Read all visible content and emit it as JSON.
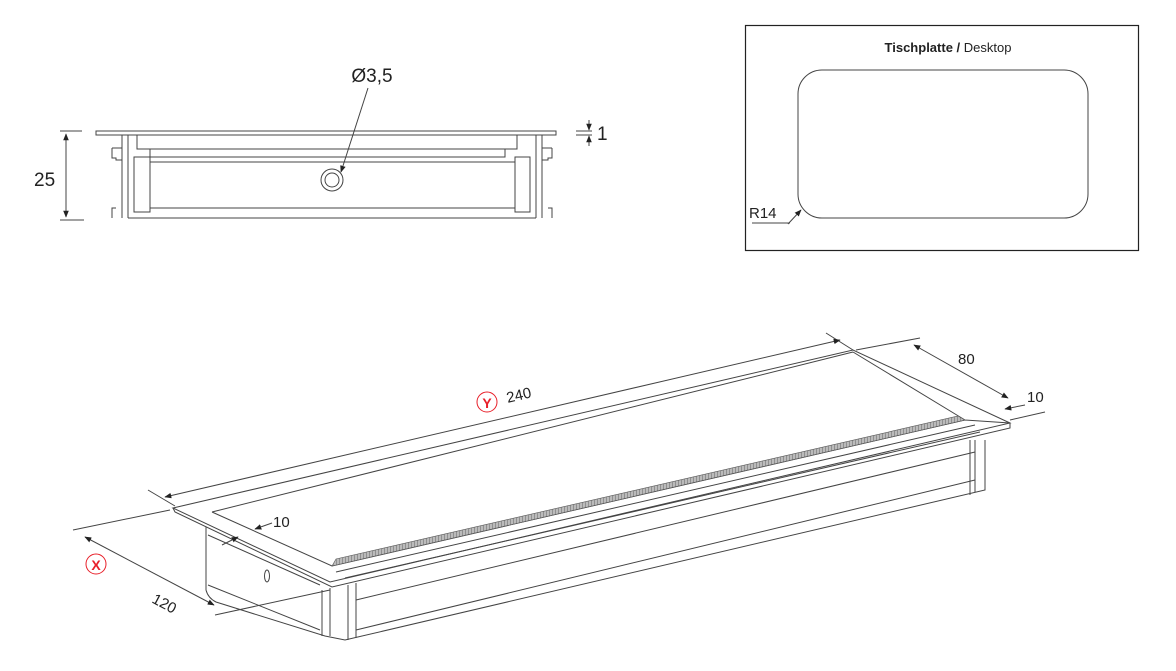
{
  "front_view": {
    "hole_label": "Ø3,5",
    "height_label": "25",
    "plate_label": "1"
  },
  "desktop_box": {
    "title_bold": "Tischplatte /",
    "title_normal": " Desktop",
    "radius_label": "R14"
  },
  "iso_view": {
    "length_label": "240",
    "width_label": "120",
    "inner_label": "80",
    "rim_left_label": "10",
    "rim_right_label": "10",
    "axis_y": "Y",
    "axis_x": "X"
  },
  "colors": {
    "axis_marker": "#e8202a",
    "line": "#444444"
  }
}
